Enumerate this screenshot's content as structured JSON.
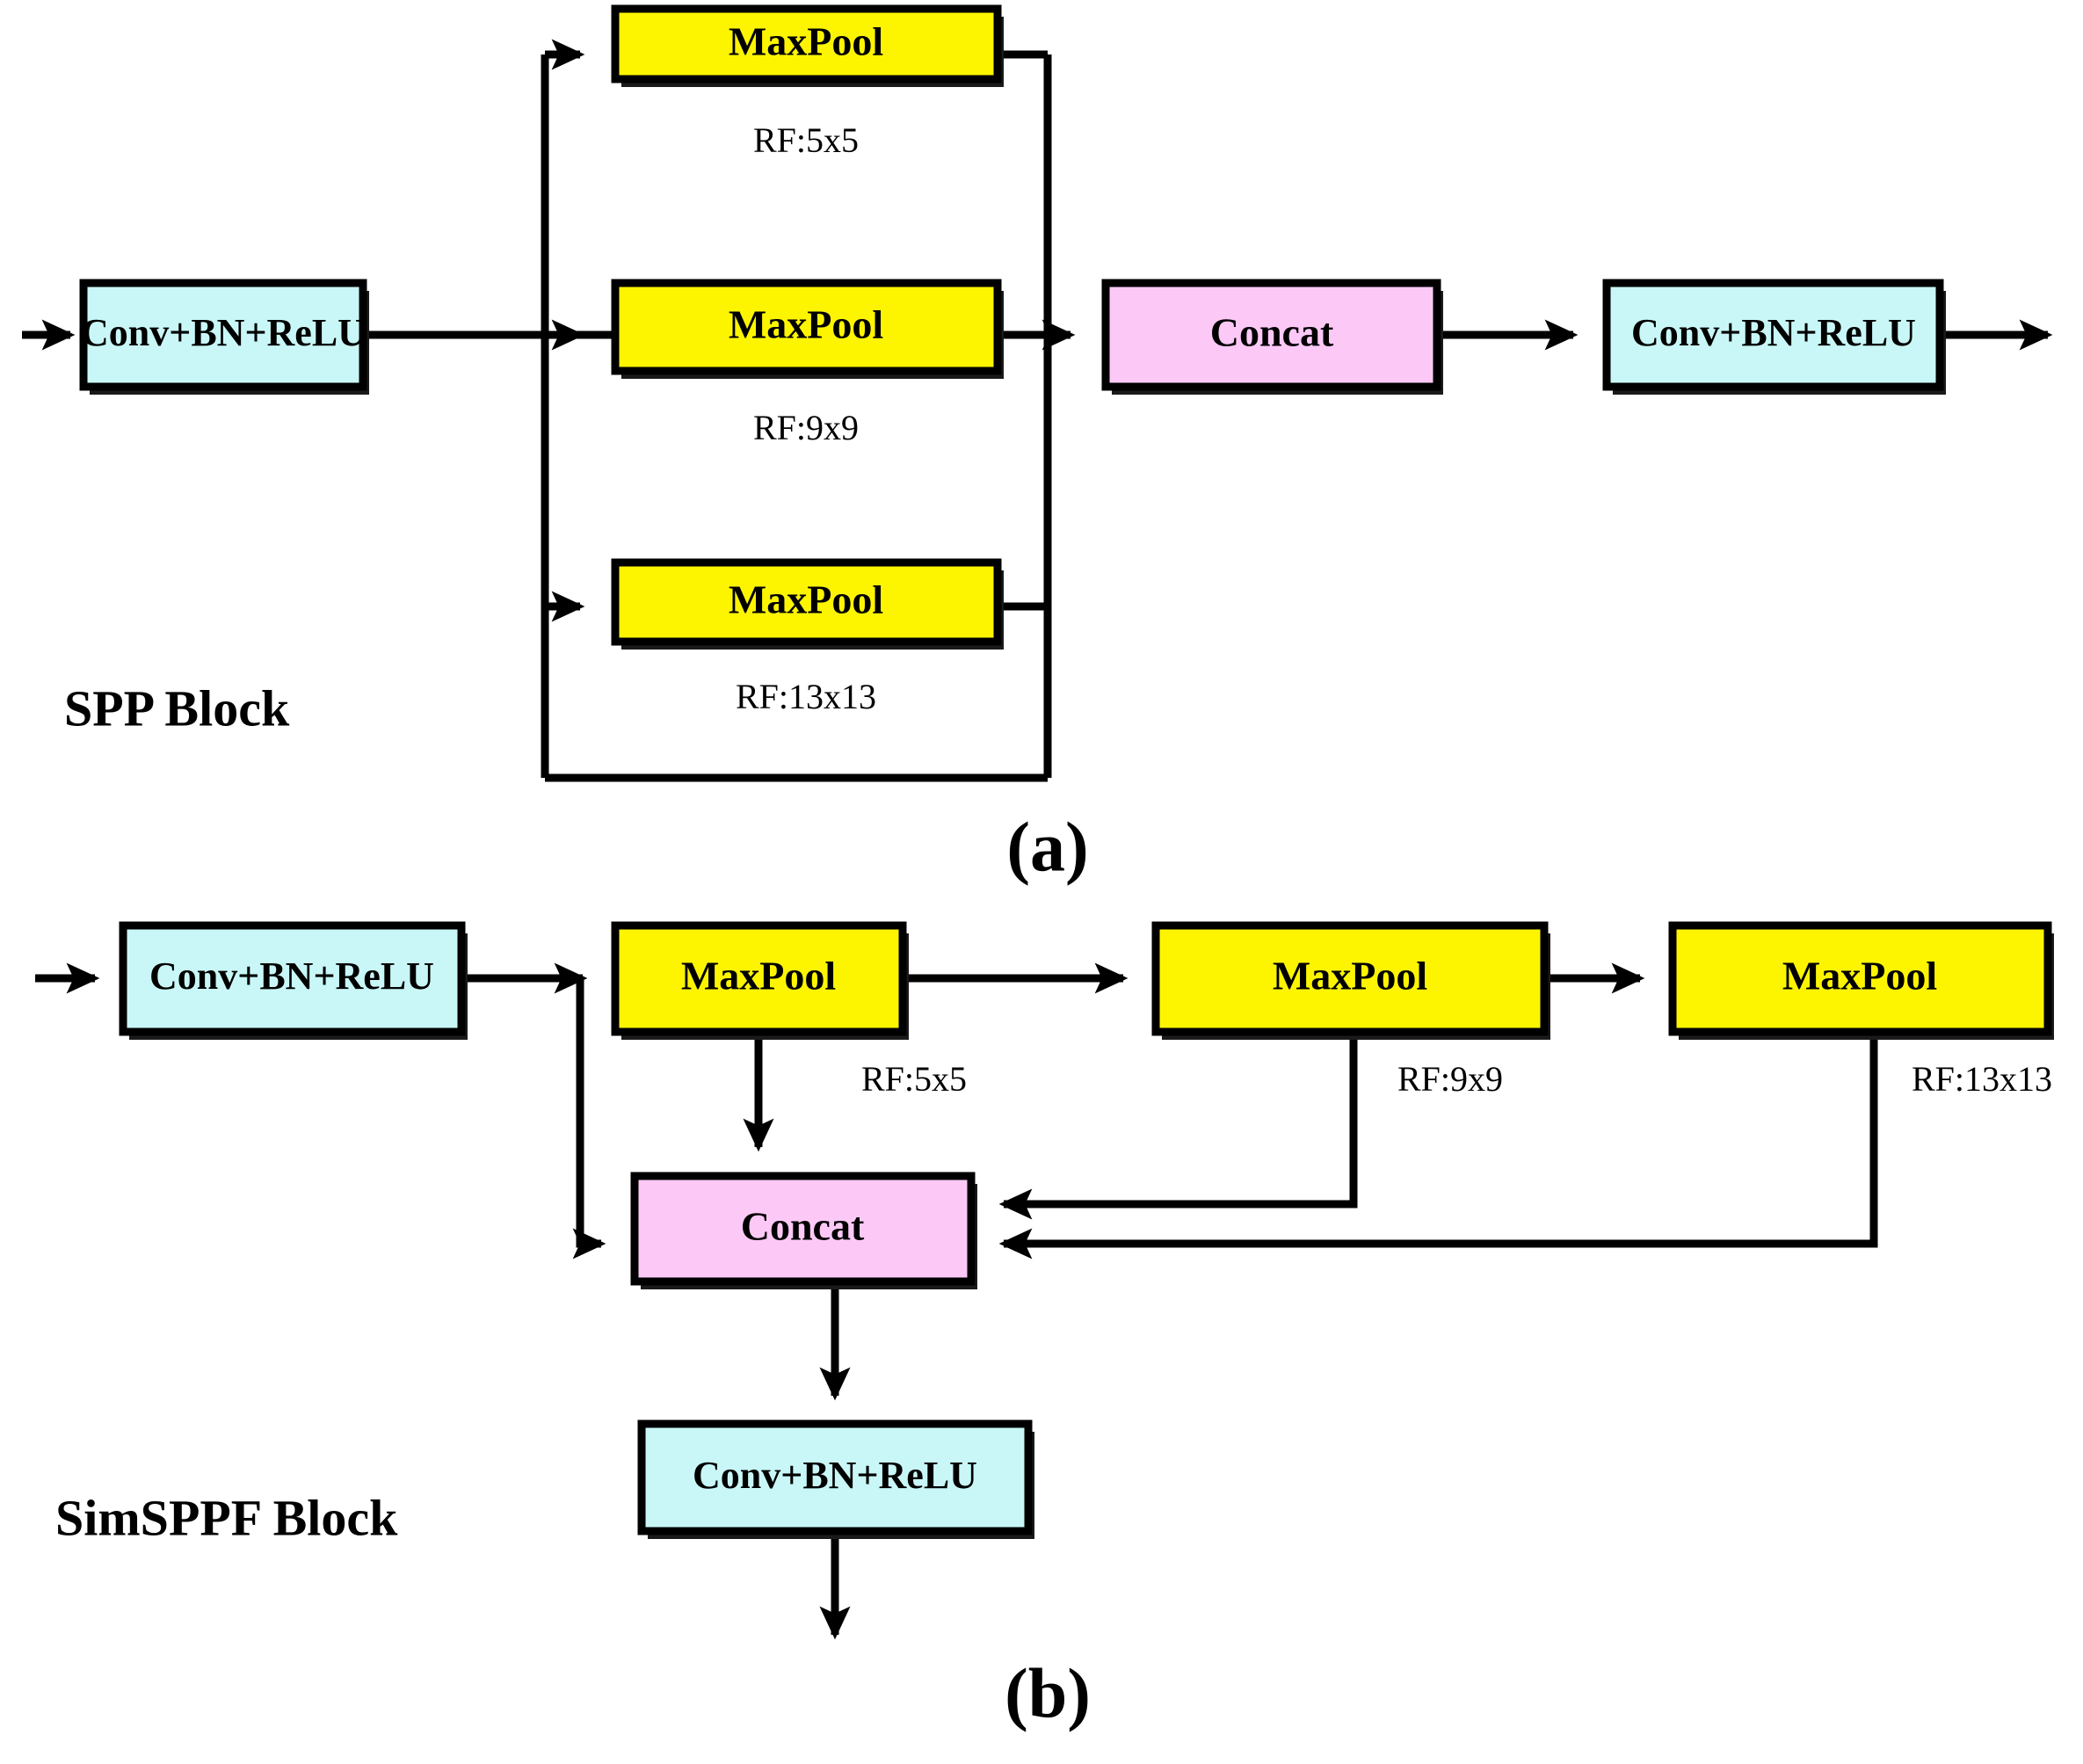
{
  "figure": {
    "title": "SPP Block and SimSPPF Block architecture comparison",
    "colors": {
      "conv_fill": "#c9f7f7",
      "maxpool_fill": "#fdf500",
      "concat_fill": "#fcc9f7",
      "stroke": "#000000",
      "background": "#ffffff"
    },
    "captions": {
      "a": "(a)",
      "b": "(b)"
    }
  },
  "panel_a": {
    "block_label": "SPP Block",
    "nodes": {
      "conv_in": {
        "label": "Conv+BN+ReLU",
        "type": "conv"
      },
      "maxpool_1": {
        "label": "MaxPool",
        "type": "maxpool",
        "rf": "RF:5x5"
      },
      "maxpool_2": {
        "label": "MaxPool",
        "type": "maxpool",
        "rf": "RF:9x9"
      },
      "maxpool_3": {
        "label": "MaxPool",
        "type": "maxpool",
        "rf": "RF:13x13"
      },
      "concat": {
        "label": "Concat",
        "type": "concat"
      },
      "conv_out": {
        "label": "Conv+BN+ReLU",
        "type": "conv"
      }
    }
  },
  "panel_b": {
    "block_label": "SimSPPF Block",
    "nodes": {
      "conv_in": {
        "label": "Conv+BN+ReLU",
        "type": "conv"
      },
      "maxpool_1": {
        "label": "MaxPool",
        "type": "maxpool",
        "rf": "RF:5x5"
      },
      "maxpool_2": {
        "label": "MaxPool",
        "type": "maxpool",
        "rf": "RF:9x9"
      },
      "maxpool_3": {
        "label": "MaxPool",
        "type": "maxpool",
        "rf": "RF:13x13"
      },
      "concat": {
        "label": "Concat",
        "type": "concat"
      },
      "conv_out": {
        "label": "Conv+BN+ReLU",
        "type": "conv"
      }
    }
  }
}
